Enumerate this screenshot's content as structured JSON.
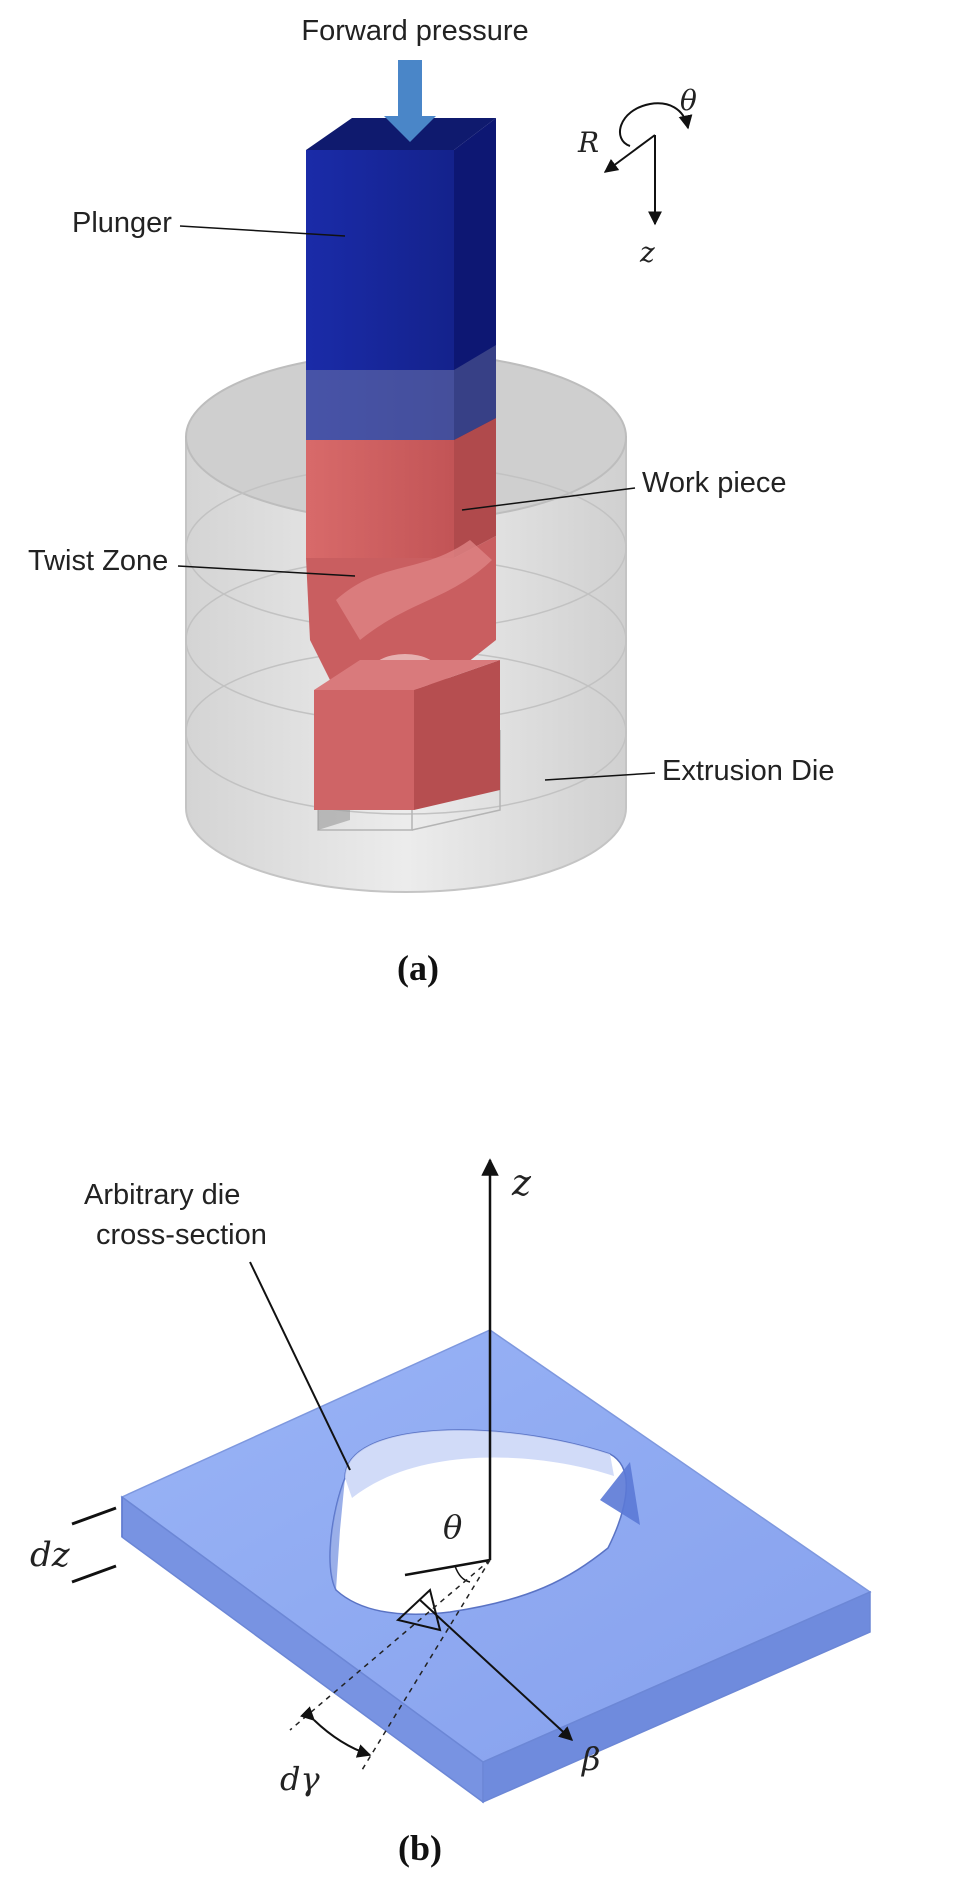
{
  "figure_a": {
    "caption": "(a)",
    "labels": {
      "forward_pressure": "Forward pressure",
      "plunger": "Plunger",
      "work_piece": "Work piece",
      "twist_zone": "Twist Zone",
      "extrusion_die": "Extrusion Die"
    },
    "axes": {
      "r": "R",
      "theta": "θ",
      "z": "z"
    },
    "colors": {
      "plunger": "#15259a",
      "work_piece": "#c8585a",
      "die": "#d8d8d8",
      "arrow": "#4a86c8"
    }
  },
  "figure_b": {
    "caption": "(b)",
    "labels": {
      "cross_section_line1": "Arbitrary die",
      "cross_section_line2": "cross-section"
    },
    "symbols": {
      "z": "z",
      "dz": "dz",
      "theta": "θ",
      "beta": "β",
      "dgamma": "dγ"
    },
    "colors": {
      "plate": "#8aa6f2"
    }
  }
}
